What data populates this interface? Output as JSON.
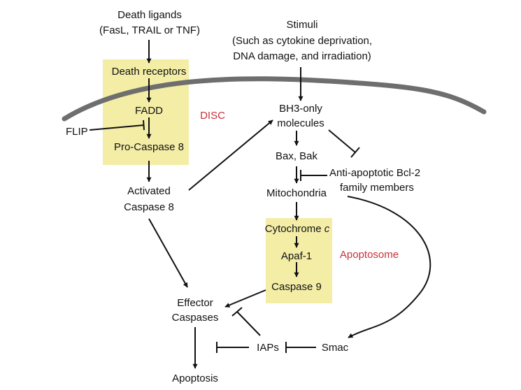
{
  "diagram": {
    "nodes": {
      "death_ligands": "Death ligands",
      "death_ligands_detail": "(FasL, TRAIL or TNF)",
      "stimuli": "Stimuli",
      "stimuli_detail_1": "(Such as cytokine deprivation,",
      "stimuli_detail_2": "DNA damage, and irradiation)",
      "death_receptors": "Death receptors",
      "fadd": "FADD",
      "flip": "FLIP",
      "pro_caspase_8": "Pro-Caspase 8",
      "disc": "DISC",
      "activated_caspase_8_1": "Activated",
      "activated_caspase_8_2": "Caspase 8",
      "bh3_only_1": "BH3-only",
      "bh3_only_2": "molecules",
      "bax_bak": "Bax, Bak",
      "anti_apoptotic_1": "Anti-apoptotic Bcl-2",
      "anti_apoptotic_2": "family members",
      "mitochondria": "Mitochondria",
      "cytochrome_c": "Cytochrome",
      "cytochrome_c_italic": "c",
      "apaf_1": "Apaf-1",
      "caspase_9": "Caspase 9",
      "apoptosome": "Apoptosome",
      "effector_caspases_1": "Effector",
      "effector_caspases_2": "Caspases",
      "iaps": "IAPs",
      "smac": "Smac",
      "apoptosis": "Apoptosis"
    },
    "colors": {
      "box_fill": "#f3eda6",
      "membrane": "#6e6e6e",
      "label_red": "#c8323a",
      "arrow": "#111111"
    }
  }
}
